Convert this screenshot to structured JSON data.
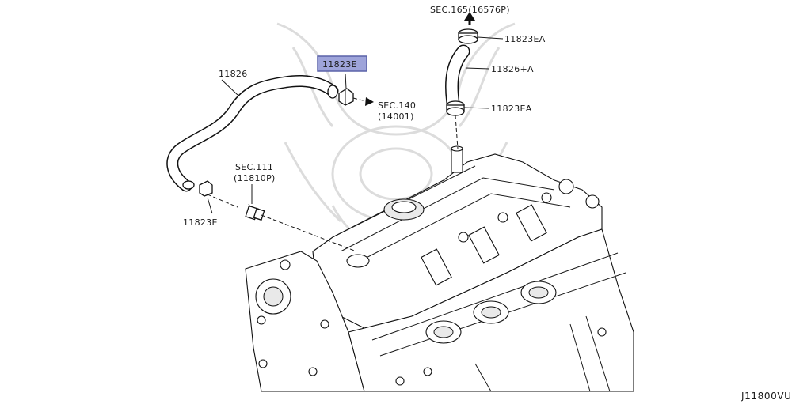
{
  "labels": {
    "sec165": "SEC.165(16576P)",
    "part_11823ea_top": "11823EA",
    "part_11826a": "11826+A",
    "part_11823ea_mid": "11823EA",
    "part_11826": "11826",
    "part_11823e_highlight": "11823E",
    "sec140_line1": "SEC.140",
    "sec140_line2": "(14001)",
    "sec111_line1": "SEC.111",
    "sec111_line2": "(11810P)",
    "part_11823e_lower": "11823E"
  },
  "diagram_code": "J11800VU",
  "colors": {
    "highlight_fill": "#9ea4da",
    "highlight_border": "#5a62a8",
    "line": "#1a1a1a",
    "watermark": "#dcdcdc"
  }
}
